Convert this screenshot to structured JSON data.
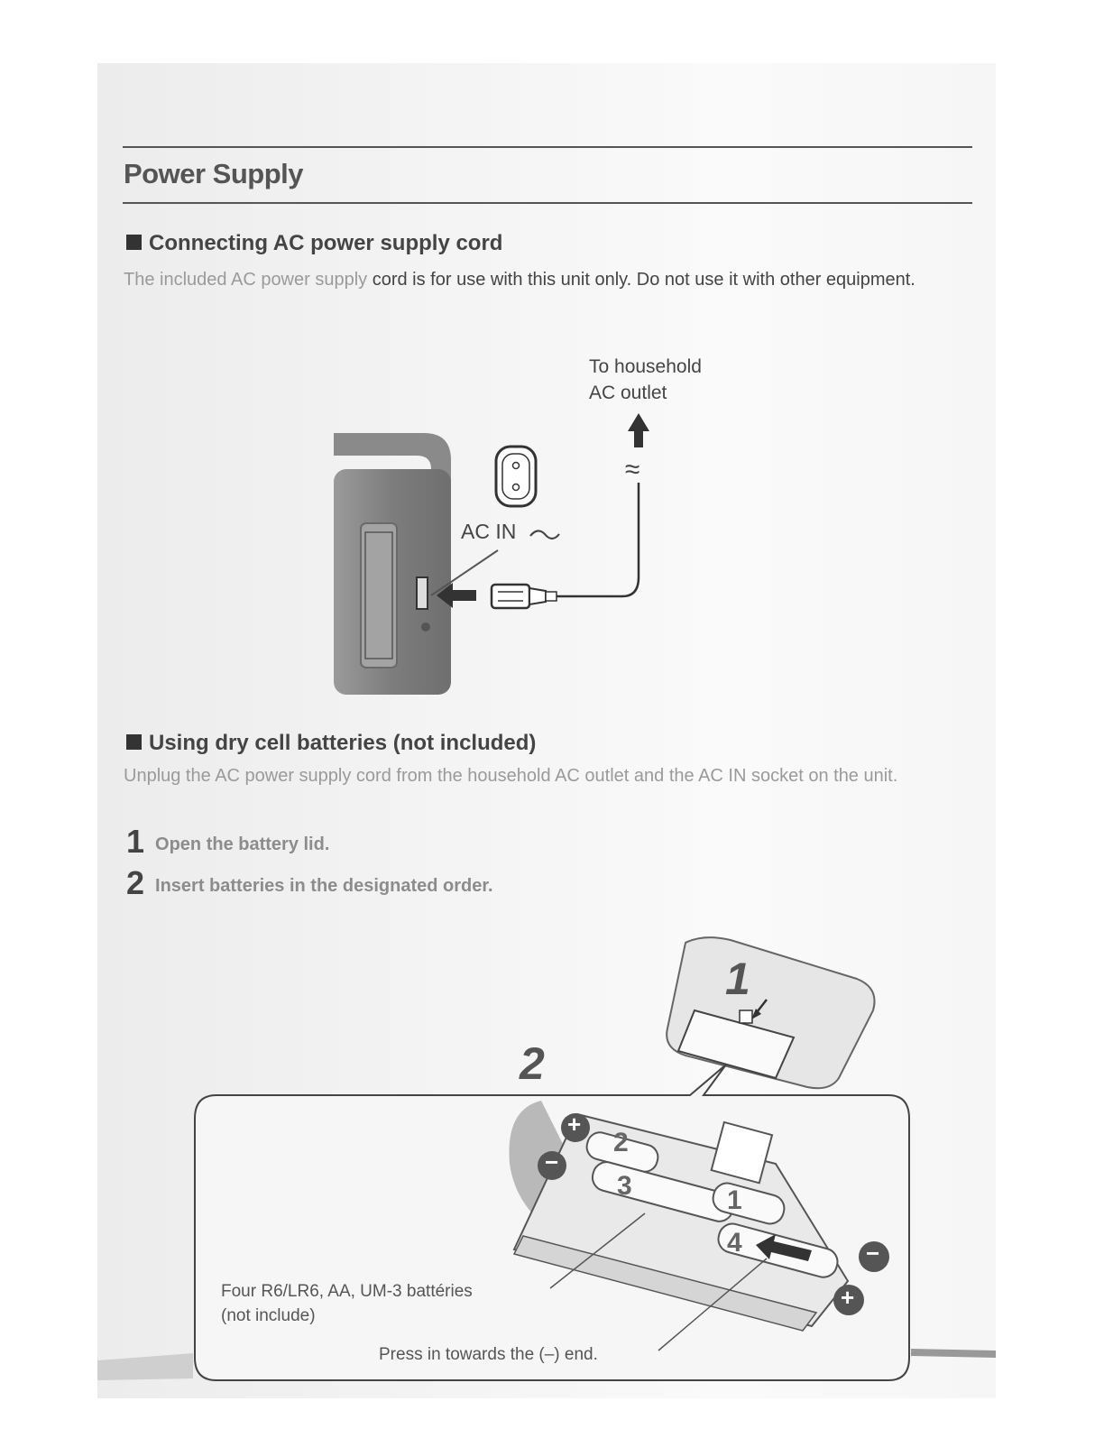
{
  "page": {
    "title": "Power Supply"
  },
  "section_ac": {
    "heading": "Connecting AC power supply cord",
    "body_faded": "The included AC power supply",
    "body_main": " cord is for use with this unit only. Do not use it with other equipment."
  },
  "figure_ac": {
    "outlet_label_line1": "To household",
    "outlet_label_line2": "AC outlet",
    "ac_in_label": "AC IN",
    "ac_symbol": "~",
    "wave_symbol": "≈"
  },
  "section_batteries": {
    "heading": "Using dry cell batteries (not included)",
    "body_faded": "Unplug the AC power supply",
    "body_main": " cord from the household AC outlet and the AC IN socket on the unit.",
    "steps": [
      {
        "number": "1",
        "text": "Open the battery lid."
      },
      {
        "number": "2",
        "text": "Insert batteries in the designated order."
      }
    ]
  },
  "figure_batteries": {
    "step_marker_1": "1",
    "step_marker_2": "2",
    "battery_numbers": [
      "2",
      "3",
      "1",
      "4"
    ],
    "plus_symbol": "+",
    "minus_symbol": "−",
    "batteries_label_line1": "Four R6/LR6, AA, UM-3 battéries",
    "batteries_label_line2": "(not include)",
    "press_label": "Press in towards the (–) end."
  }
}
